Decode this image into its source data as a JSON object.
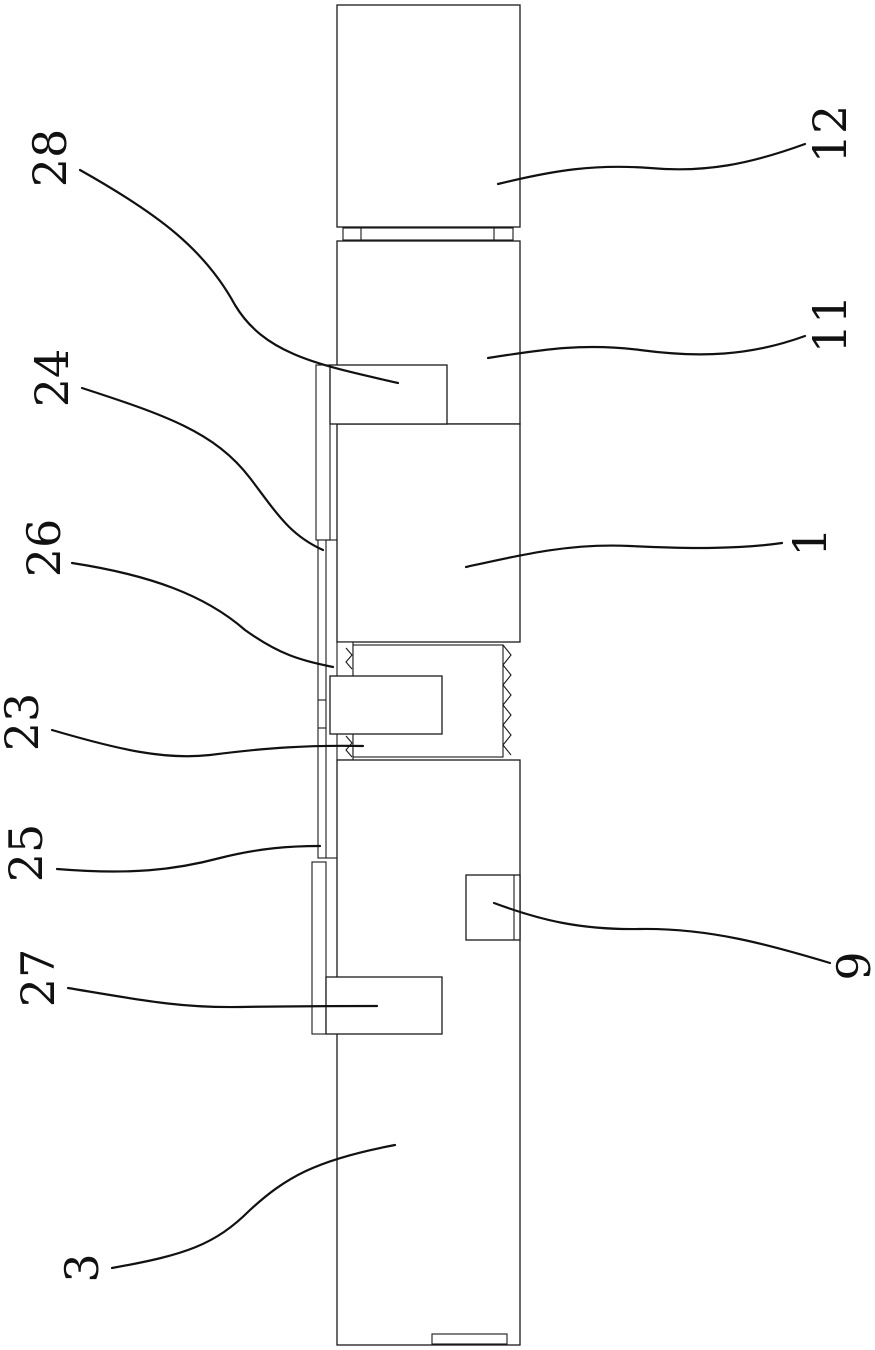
{
  "labels": {
    "l28": "28",
    "l24": "24",
    "l26": "26",
    "l23": "23",
    "l25": "25",
    "l27": "27",
    "l3": "3",
    "l12": "12",
    "l11": "11",
    "l1": "1",
    "l9": "9"
  },
  "colors": {
    "line": "#1a1a1a",
    "background": "#ffffff"
  }
}
